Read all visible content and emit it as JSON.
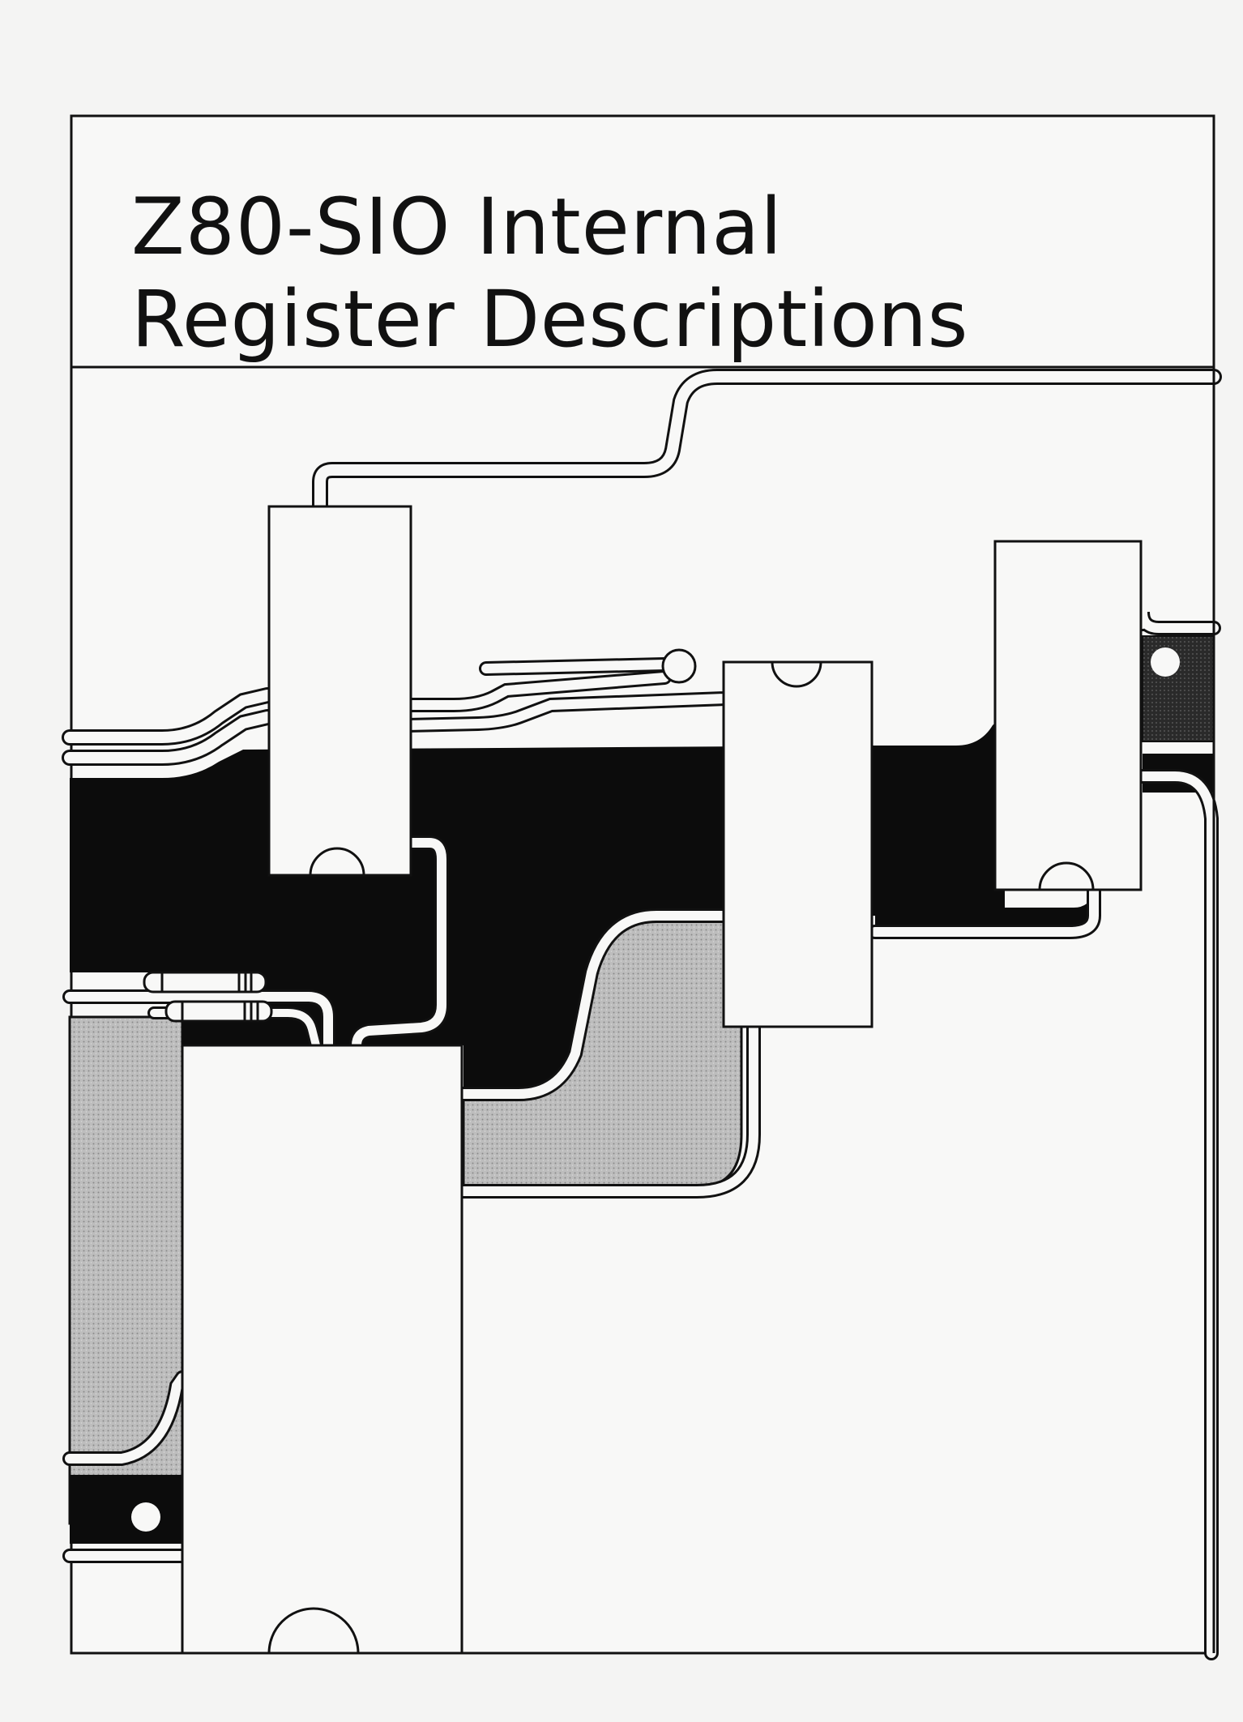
{
  "document": {
    "title_line_1": "Z80-SIO Internal",
    "title_line_2": "Register Descriptions"
  },
  "colors": {
    "paper": "#f4f4f3",
    "ink": "#111111",
    "copper_fill": "#0c0c0c",
    "stipple_fill": "#b4b4b4"
  },
  "illustration": {
    "subject": "printed-circuit-board",
    "components": [
      "ic-chip",
      "ic-chip",
      "ic-chip",
      "ic-chip",
      "resistor",
      "resistor",
      "solder-pad",
      "solder-pad",
      "solder-pad"
    ]
  }
}
